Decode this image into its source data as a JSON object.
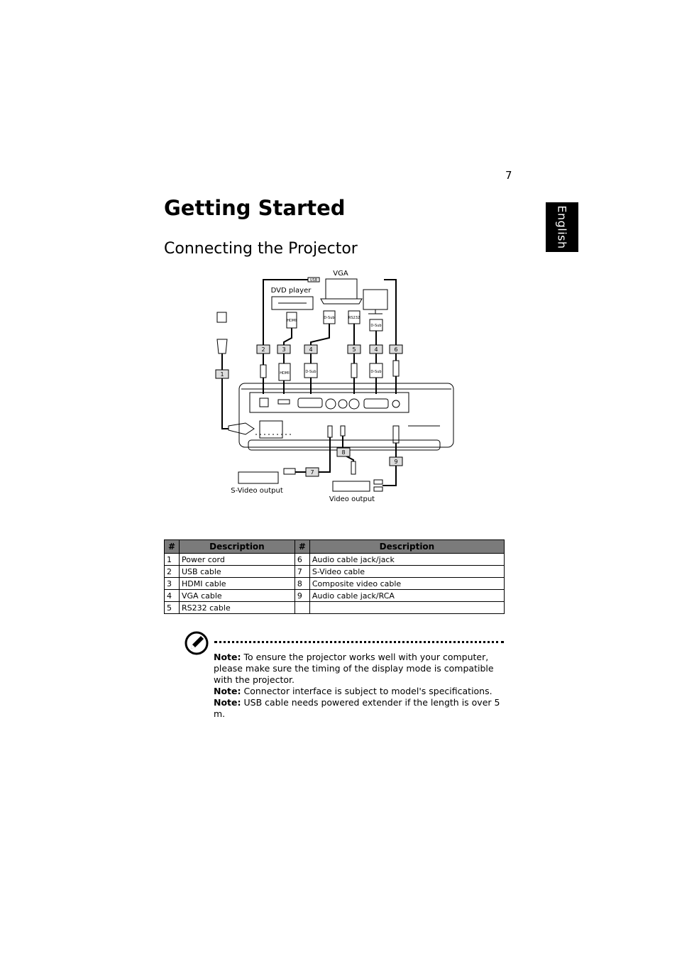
{
  "page": {
    "number": "7",
    "language_tab": "English"
  },
  "heading": {
    "title": "Getting Started",
    "subtitle": "Connecting the Projector"
  },
  "diagram": {
    "labels": {
      "vga": "VGA",
      "dvd_player": "DVD player",
      "svideo_output": "S-Video output",
      "video_output": "Video output",
      "usb": "USB",
      "hdmi": "HDMI",
      "dsub": "D-Sub",
      "rs232": "RS232"
    },
    "callouts": [
      "1",
      "2",
      "3",
      "4",
      "5",
      "4",
      "6",
      "7",
      "8",
      "9"
    ]
  },
  "table": {
    "headers": [
      "#",
      "Description",
      "#",
      "Description"
    ],
    "rows": [
      [
        "1",
        "Power cord",
        "6",
        "Audio cable jack/jack"
      ],
      [
        "2",
        "USB cable",
        "7",
        "S-Video cable"
      ],
      [
        "3",
        "HDMI cable",
        "8",
        "Composite video cable"
      ],
      [
        "4",
        "VGA cable",
        "9",
        "Audio cable jack/RCA"
      ],
      [
        "5",
        "RS232 cable",
        "",
        ""
      ]
    ]
  },
  "notes": [
    {
      "label": "Note:",
      "text": "To ensure the projector works well with your computer, please make sure the timing of the display mode is compatible with the projector."
    },
    {
      "label": "Note:",
      "text": "Connector interface is subject to model's specifications."
    },
    {
      "label": "Note:",
      "text": "USB cable needs powered extender if the length is over 5 m."
    }
  ]
}
